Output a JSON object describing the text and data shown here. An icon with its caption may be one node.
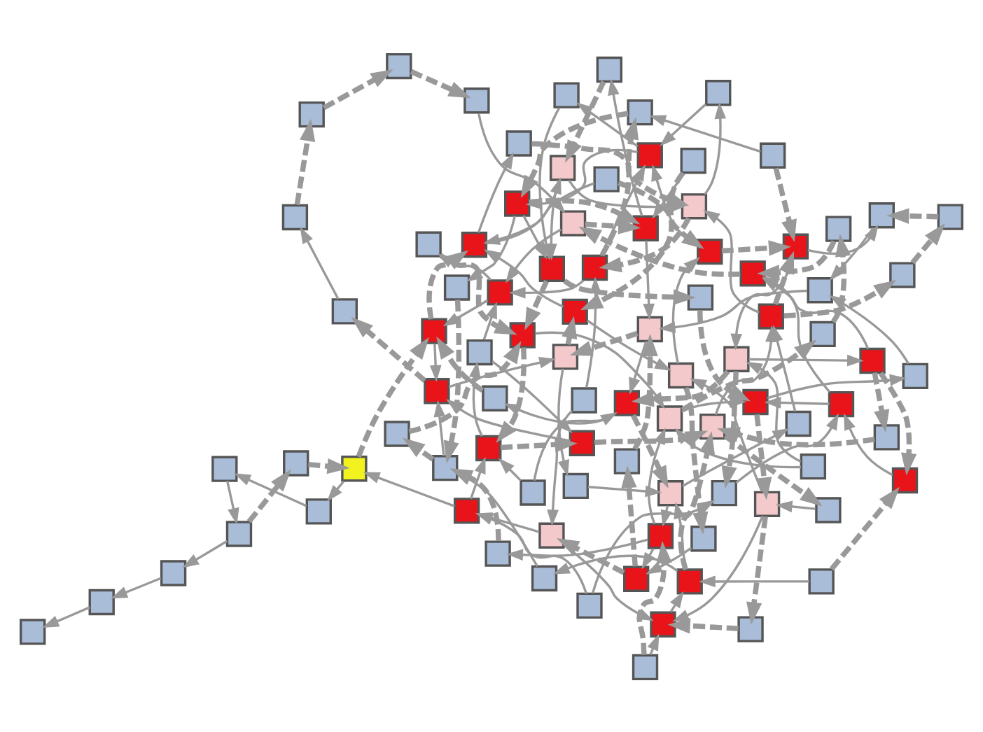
{
  "diagram": {
    "nodes": [
      {
        "text": [],
        "shape": "box"
      },
      {
        "text": [],
        "shape": "box"
      },
      {
        "text": [],
        "shape": "box"
      },
      {
        "text": [],
        "shape": "box"
      },
      {
        "text": [],
        "shape": "box"
      },
      {
        "text": [],
        "shape": "box"
      },
      {
        "text": [],
        "shape": "box"
      },
      {
        "text": [],
        "shape": "box"
      },
      {
        "text": [],
        "shape": "box"
      },
      {
        "text": [],
        "shape": "box"
      },
      {
        "text": [],
        "shape": "box"
      },
      {
        "text": [],
        "shape": "box"
      },
      {
        "text": [],
        "shape": "box"
      },
      {
        "text": [],
        "shape": "box"
      },
      {
        "text": [],
        "shape": "box"
      },
      {
        "text": [],
        "shape": "box"
      },
      {
        "text": [],
        "shape": "box"
      },
      {
        "text": [],
        "shape": "box"
      },
      {
        "text": [],
        "shape": "box"
      },
      {
        "text": [],
        "shape": "box"
      },
      {
        "text": [],
        "shape": "box"
      },
      {
        "text": [],
        "shape": "box"
      },
      {
        "text": [],
        "shape": "box"
      },
      {
        "text": [],
        "shape": "box"
      },
      {
        "text": [],
        "shape": "box"
      },
      {
        "text": [],
        "shape": "box"
      },
      {
        "text": [],
        "shape": "box"
      },
      {
        "text": [],
        "shape": "box"
      },
      {
        "text": [],
        "shape": "box"
      },
      {
        "text": [],
        "shape": "box"
      },
      {
        "text": [],
        "shape": "box"
      },
      {
        "text": [],
        "shape": "box"
      },
      {
        "text": [],
        "shape": "box"
      },
      {
        "text": [],
        "shape": "box"
      },
      {
        "text": [],
        "shape": "box"
      },
      {
        "text": [],
        "shape": "box"
      },
      {
        "text": [],
        "shape": "box"
      },
      {
        "text": [],
        "shape": "box"
      },
      {
        "text": [],
        "shape": "box"
      },
      {
        "text": [],
        "shape": "box"
      },
      {
        "text": [],
        "shape": "box"
      },
      {
        "text": [],
        "shape": "box"
      },
      {
        "text": [],
        "shape": "box"
      },
      {
        "text": [],
        "shape": "box"
      },
      {
        "text": [],
        "shape": "box"
      },
      {
        "text": [],
        "shape": "box"
      },
      {
        "text": [],
        "shape": "box"
      },
      {
        "text": [],
        "shape": "box"
      },
      {
        "text": [],
        "shape": "box"
      },
      {
        "text": [],
        "shape": "box"
      },
      {
        "text": [],
        "shape": "box"
      },
      {
        "text": [],
        "shape": "box"
      },
      {
        "text": [],
        "shape": "box"
      },
      {
        "text": [],
        "shape": "box"
      },
      {
        "text": [],
        "shape": "box"
      },
      {
        "text": [],
        "shape": "box"
      },
      {
        "text": [],
        "shape": "box"
      },
      {
        "text": [],
        "shape": "box"
      },
      {
        "text": [],
        "shape": "box"
      },
      {
        "text": [],
        "shape": "box"
      },
      {
        "text": [],
        "shape": "box"
      },
      {
        "text": [],
        "shape": "box"
      },
      {
        "text": [],
        "shape": "box"
      },
      {
        "text": [],
        "shape": "box"
      },
      {
        "text": [],
        "shape": "box"
      },
      {
        "text": [],
        "shape": "box"
      },
      {
        "text": [],
        "shape": "box"
      },
      {
        "text": [],
        "shape": "box"
      },
      {
        "text": [],
        "shape": "box"
      },
      {
        "text": [],
        "shape": "box"
      },
      {
        "text": [],
        "shape": "box"
      },
      {
        "text": [],
        "shape": "box"
      },
      {
        "text": [],
        "shape": "box"
      },
      {
        "text": [],
        "shape": "box"
      },
      {
        "text": [],
        "shape": "box"
      },
      {
        "text": [],
        "shape": "box"
      },
      {
        "text": [],
        "shape": "box"
      },
      {
        "text": [],
        "shape": "box"
      },
      {
        "text": [],
        "shape": "box"
      },
      {
        "text": [],
        "shape": "box"
      },
      {
        "text": [],
        "shape": "box"
      },
      {
        "text": [],
        "shape": "box"
      },
      {
        "text": [],
        "shape": "box"
      },
      {
        "text": [],
        "shape": "box"
      },
      {
        "text": [],
        "shape": "box"
      },
      {
        "text": [],
        "shape": "box"
      },
      {
        "text": [],
        "shape": "box"
      },
      {
        "text": [],
        "shape": "box"
      },
      {
        "text": [],
        "shape": "box"
      },
      {
        "text": [],
        "shape": "box"
      }
    ],
    "edges": [
      {
        "from": 1,
        "to": 0,
        "arrow": "to"
      },
      {
        "from": 2,
        "to": 1,
        "arrow": "to"
      },
      {
        "from": 40,
        "to": 2,
        "arrow": "to"
      },
      {
        "from": 40,
        "to": 41,
        "arrow": "to",
        "style": "dashed"
      },
      {
        "from": 41,
        "to": 89,
        "arrow": "to",
        "style": "dashed"
      },
      {
        "from": 89,
        "to": 42,
        "arrow": "to"
      },
      {
        "from": 42,
        "to": 3,
        "arrow": "to"
      },
      {
        "from": 3,
        "to": 40,
        "arrow": "to"
      },
      {
        "from": 4,
        "to": 5,
        "arrow": "to",
        "style": "dashed"
      },
      {
        "from": 5,
        "to": 6,
        "arrow": "to",
        "style": "dashed"
      },
      {
        "from": 7,
        "to": 5,
        "arrow": "to"
      },
      {
        "from": 8,
        "to": 5,
        "arrow": "to",
        "style": "dashed"
      },
      {
        "from": 5,
        "to": 80,
        "arrow": "to"
      },
      {
        "from": 9,
        "to": 43,
        "arrow": "to"
      },
      {
        "from": 10,
        "to": 11,
        "arrow": "to",
        "style": "dashed"
      },
      {
        "from": 11,
        "to": 12,
        "arrow": "to",
        "style": "dashed"
      },
      {
        "from": 12,
        "to": 13,
        "arrow": "to"
      },
      {
        "from": 14,
        "to": 13,
        "arrow": "to"
      },
      {
        "from": 15,
        "to": 16,
        "arrow": "to"
      },
      {
        "from": 16,
        "to": 50,
        "arrow": "to"
      },
      {
        "from": 17,
        "to": 51,
        "arrow": "to",
        "style": "dashed"
      },
      {
        "from": 18,
        "to": 17,
        "arrow": "to",
        "style": "dashed"
      },
      {
        "from": 19,
        "to": 52,
        "arrow": "to"
      },
      {
        "from": 20,
        "to": 19,
        "arrow": "to",
        "style": "dashed"
      },
      {
        "from": 21,
        "to": 20,
        "arrow": "to",
        "style": "dashed"
      },
      {
        "from": 22,
        "to": 21,
        "arrow": "to",
        "style": "dashed"
      },
      {
        "from": 23,
        "to": 22,
        "arrow": "to"
      },
      {
        "from": 24,
        "to": 53,
        "arrow": "to"
      },
      {
        "from": 25,
        "to": 54,
        "arrow": "to",
        "style": "dashed"
      },
      {
        "from": 26,
        "to": 55,
        "arrow": "to"
      },
      {
        "from": 27,
        "to": 56,
        "arrow": "to",
        "style": "dashed"
      },
      {
        "from": 28,
        "to": 57,
        "arrow": "to"
      },
      {
        "from": 29,
        "to": 58,
        "arrow": "to",
        "style": "dashed"
      },
      {
        "from": 30,
        "to": 59,
        "arrow": "to"
      },
      {
        "from": 31,
        "to": 60,
        "arrow": "to",
        "style": "dashed"
      },
      {
        "from": 32,
        "to": 61,
        "arrow": "to"
      },
      {
        "from": 33,
        "to": 62,
        "arrow": "to",
        "style": "dashed"
      },
      {
        "from": 34,
        "to": 63,
        "arrow": "to"
      },
      {
        "from": 35,
        "to": 64,
        "arrow": "to",
        "style": "dashed"
      },
      {
        "from": 36,
        "to": 65,
        "arrow": "to"
      },
      {
        "from": 37,
        "to": 66,
        "arrow": "to",
        "style": "dashed"
      },
      {
        "from": 38,
        "to": 67,
        "arrow": "to"
      },
      {
        "from": 39,
        "to": 68,
        "arrow": "to"
      },
      {
        "from": 43,
        "to": 69,
        "arrow": "to",
        "style": "dashed"
      },
      {
        "from": 44,
        "to": 70,
        "arrow": "to"
      },
      {
        "from": 45,
        "to": 71,
        "arrow": "to",
        "style": "dashed"
      },
      {
        "from": 46,
        "to": 72,
        "arrow": "to"
      },
      {
        "from": 47,
        "to": 73,
        "arrow": "to"
      },
      {
        "from": 48,
        "to": 74,
        "arrow": "to",
        "style": "dashed"
      },
      {
        "from": 49,
        "to": 75,
        "arrow": "to"
      },
      {
        "from": 50,
        "to": 51,
        "arrow": "to"
      },
      {
        "from": 51,
        "to": 52,
        "arrow": "to",
        "style": "dashed"
      },
      {
        "from": 52,
        "to": 53,
        "arrow": "to"
      },
      {
        "from": 53,
        "to": 54,
        "arrow": "to"
      },
      {
        "from": 54,
        "to": 55,
        "arrow": "to",
        "style": "dashed"
      },
      {
        "from": 55,
        "to": 56,
        "arrow": "to"
      },
      {
        "from": 56,
        "to": 57,
        "arrow": "to"
      },
      {
        "from": 57,
        "to": 58,
        "arrow": "to",
        "style": "dashed"
      },
      {
        "from": 58,
        "to": 59,
        "arrow": "to"
      },
      {
        "from": 59,
        "to": 60,
        "arrow": "to"
      },
      {
        "from": 60,
        "to": 61,
        "arrow": "to",
        "style": "dashed"
      },
      {
        "from": 61,
        "to": 62,
        "arrow": "to"
      },
      {
        "from": 62,
        "to": 63,
        "arrow": "to"
      },
      {
        "from": 63,
        "to": 64,
        "arrow": "to",
        "style": "dashed"
      },
      {
        "from": 64,
        "to": 65,
        "arrow": "to"
      },
      {
        "from": 65,
        "to": 66,
        "arrow": "to"
      },
      {
        "from": 66,
        "to": 67,
        "arrow": "to",
        "style": "dashed"
      },
      {
        "from": 67,
        "to": 68,
        "arrow": "to"
      },
      {
        "from": 68,
        "to": 69,
        "arrow": "to"
      },
      {
        "from": 69,
        "to": 70,
        "arrow": "to",
        "style": "dashed"
      },
      {
        "from": 70,
        "to": 71,
        "arrow": "to"
      },
      {
        "from": 71,
        "to": 72,
        "arrow": "to"
      },
      {
        "from": 72,
        "to": 73,
        "arrow": "to",
        "style": "dashed"
      },
      {
        "from": 73,
        "to": 74,
        "arrow": "to"
      },
      {
        "from": 74,
        "to": 75,
        "arrow": "to"
      },
      {
        "from": 75,
        "to": 76,
        "arrow": "to",
        "style": "dashed"
      },
      {
        "from": 76,
        "to": 77,
        "arrow": "to"
      },
      {
        "from": 77,
        "to": 78,
        "arrow": "to"
      },
      {
        "from": 78,
        "to": 79,
        "arrow": "to",
        "style": "dashed"
      },
      {
        "from": 79,
        "to": 80,
        "arrow": "to"
      },
      {
        "from": 80,
        "to": 81,
        "arrow": "to"
      },
      {
        "from": 81,
        "to": 82,
        "arrow": "to",
        "style": "dashed"
      },
      {
        "from": 82,
        "to": 83,
        "arrow": "to"
      },
      {
        "from": 83,
        "to": 84,
        "arrow": "to"
      },
      {
        "from": 84,
        "to": 85,
        "arrow": "to",
        "style": "dashed"
      },
      {
        "from": 85,
        "to": 86,
        "arrow": "to"
      },
      {
        "from": 86,
        "to": 87,
        "arrow": "to"
      },
      {
        "from": 87,
        "to": 88,
        "arrow": "to",
        "style": "dashed"
      },
      {
        "from": 88,
        "to": 50,
        "arrow": "to"
      },
      {
        "from": 50,
        "to": 60,
        "arrow": "to"
      },
      {
        "from": 52,
        "to": 70,
        "arrow": "to",
        "style": "dashed"
      },
      {
        "from": 54,
        "to": 80,
        "arrow": "to"
      },
      {
        "from": 56,
        "to": 66,
        "arrow": "to"
      },
      {
        "from": 58,
        "to": 78,
        "arrow": "to",
        "style": "dashed"
      },
      {
        "from": 61,
        "to": 83,
        "arrow": "to"
      },
      {
        "from": 63,
        "to": 73,
        "arrow": "to"
      },
      {
        "from": 65,
        "to": 85,
        "arrow": "to",
        "style": "dashed"
      },
      {
        "from": 67,
        "to": 53,
        "arrow": "to"
      },
      {
        "from": 69,
        "to": 57,
        "arrow": "to"
      },
      {
        "from": 71,
        "to": 81,
        "arrow": "to",
        "style": "dashed"
      },
      {
        "from": 74,
        "to": 59,
        "arrow": "to"
      },
      {
        "from": 76,
        "to": 62,
        "arrow": "to"
      },
      {
        "from": 79,
        "to": 64,
        "arrow": "to",
        "style": "dashed"
      },
      {
        "from": 82,
        "to": 55,
        "arrow": "to"
      },
      {
        "from": 84,
        "to": 68,
        "arrow": "to"
      },
      {
        "from": 86,
        "to": 72,
        "arrow": "to",
        "style": "dashed"
      },
      {
        "from": 87,
        "to": 51,
        "arrow": "to"
      },
      {
        "from": 77,
        "to": 89,
        "arrow": "to"
      },
      {
        "from": 89,
        "to": 54,
        "arrow": "to",
        "style": "dashed"
      },
      {
        "from": 24,
        "to": 79,
        "arrow": "to"
      },
      {
        "from": 26,
        "to": 84,
        "arrow": "to",
        "style": "dashed"
      },
      {
        "from": 30,
        "to": 86,
        "arrow": "to"
      },
      {
        "from": 34,
        "to": 88,
        "arrow": "to",
        "style": "dashed"
      },
      {
        "from": 38,
        "to": 76,
        "arrow": "to"
      },
      {
        "from": 44,
        "to": 82,
        "arrow": "to",
        "style": "dashed"
      },
      {
        "from": 46,
        "to": 78,
        "arrow": "to"
      },
      {
        "from": 48,
        "to": 62,
        "arrow": "to"
      },
      {
        "from": 6,
        "to": 58,
        "arrow": "to",
        "style": "dashed"
      },
      {
        "from": 13,
        "to": 71,
        "arrow": "to"
      },
      {
        "from": 9,
        "to": 85,
        "arrow": "to",
        "style": "dashed"
      },
      {
        "from": 15,
        "to": 77,
        "arrow": "to"
      },
      {
        "from": 61,
        "to": 33,
        "arrow": "to",
        "style": "dashed"
      },
      {
        "from": 66,
        "to": 39,
        "arrow": "to"
      },
      {
        "from": 75,
        "to": 45,
        "arrow": "to",
        "style": "dashed"
      },
      {
        "from": 81,
        "to": 47,
        "arrow": "to"
      },
      {
        "from": 83,
        "to": 49,
        "arrow": "to",
        "style": "dashed"
      },
      {
        "from": 53,
        "to": 29,
        "arrow": "to"
      },
      {
        "from": 57,
        "to": 31,
        "arrow": "to",
        "style": "dashed"
      },
      {
        "from": 70,
        "to": 27,
        "arrow": "to"
      },
      {
        "from": 73,
        "to": 36,
        "arrow": "to"
      },
      {
        "from": 87,
        "to": 35,
        "arrow": "to",
        "style": "dashed"
      },
      {
        "from": 55,
        "to": 37,
        "arrow": "to"
      },
      {
        "from": 64,
        "to": 32,
        "arrow": "to",
        "style": "dashed"
      },
      {
        "from": 68,
        "to": 28,
        "arrow": "to"
      },
      {
        "from": 72,
        "to": 25,
        "arrow": "to"
      },
      {
        "from": 80,
        "to": 23,
        "arrow": "to",
        "style": "dashed"
      },
      {
        "from": 60,
        "to": 14,
        "arrow": "to"
      },
      {
        "from": 59,
        "to": 18,
        "arrow": "to",
        "style": "dashed"
      },
      {
        "from": 63,
        "to": 7,
        "arrow": "to"
      },
      {
        "from": 74,
        "to": 8,
        "arrow": "to"
      },
      {
        "from": 65,
        "to": 10,
        "arrow": "to",
        "style": "dashed"
      },
      {
        "from": 69,
        "to": 4,
        "arrow": "to"
      },
      {
        "from": 85,
        "to": 12,
        "arrow": "to"
      },
      {
        "from": 86,
        "to": 16,
        "arrow": "to",
        "style": "dashed"
      },
      {
        "from": 78,
        "to": 24,
        "arrow": "to"
      },
      {
        "from": 67,
        "to": 43,
        "arrow": "to",
        "style": "dashed"
      }
    ]
  }
}
